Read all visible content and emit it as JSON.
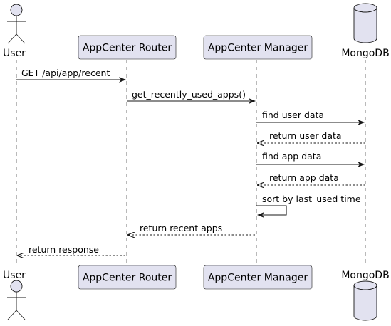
{
  "participants": {
    "user": "User",
    "router": "AppCenter Router",
    "manager": "AppCenter Manager",
    "db": "MongoDB"
  },
  "messages": [
    {
      "label": "GET /api/app/recent",
      "style": "solid"
    },
    {
      "label": "get_recently_used_apps()",
      "style": "solid"
    },
    {
      "label": "find user data",
      "style": "solid"
    },
    {
      "label": "return user data",
      "style": "dashed"
    },
    {
      "label": "find app data",
      "style": "solid"
    },
    {
      "label": "return app data",
      "style": "dashed"
    },
    {
      "label": "sort by last_used time",
      "style": "self"
    },
    {
      "label": "return recent apps",
      "style": "dashed"
    },
    {
      "label": "return response",
      "style": "dashed"
    }
  ],
  "colors": {
    "participant_fill": "#e2e2f0",
    "line": "#181818"
  }
}
